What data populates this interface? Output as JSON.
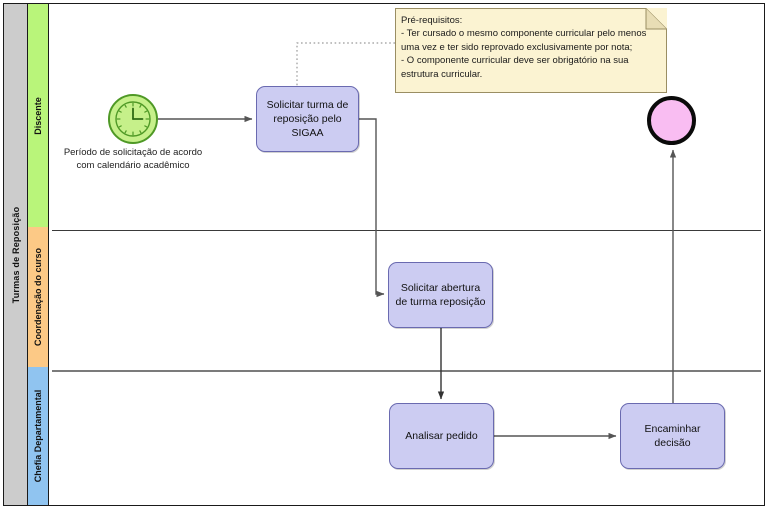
{
  "pool": {
    "label": "Turmas de Reposição",
    "header_color": "#cccccc"
  },
  "lanes": [
    {
      "id": "discente",
      "label": "Discente",
      "color": "#b9f57a"
    },
    {
      "id": "coordenacao",
      "label": "Coordenação do curso",
      "color": "#fcc986"
    },
    {
      "id": "chefia",
      "label": "Chefia Departamental",
      "color": "#90c4f0"
    }
  ],
  "events": {
    "start": {
      "name": "timer-start-event",
      "label": "Período de solicitação de acordo\ncom calendário acadêmico",
      "label_line_1": "Período de solicitação de acordo",
      "label_line_2": "com calendário acadêmico",
      "fill": "#c6f08a",
      "stroke": "#4f9926"
    },
    "end": {
      "name": "end-event",
      "label": "",
      "fill": "#f9bdf2",
      "stroke": "#0a0a0a"
    }
  },
  "tasks": [
    {
      "id": "solicitar-turma",
      "label": "Solicitar turma de reposição pelo SIGAA",
      "lane": "discente"
    },
    {
      "id": "solicitar-abertura",
      "label": "Solicitar abertura de turma reposição",
      "lane": "coordenacao"
    },
    {
      "id": "analisar-pedido",
      "label": "Analisar pedido",
      "lane": "chefia"
    },
    {
      "id": "encaminhar-decisao",
      "label": "Encaminhar decisão",
      "lane": "chefia"
    }
  ],
  "note": {
    "title": "Pré-requisitos:",
    "text": "Pré-requisitos:\n-  Ter cursado o mesmo componente curricular pelo menos uma vez e ter sido reprovado exclusivamente por nota;\n- O componente curricular deve ser obrigatório na sua estrutura curricular.",
    "fill": "#fbf3d2",
    "stroke": "#9a8e63"
  },
  "colors": {
    "task_fill": "#ccccf2",
    "task_stroke": "#6a6ab0",
    "connector": "#555555",
    "pool_border": "#1a1a1a"
  }
}
